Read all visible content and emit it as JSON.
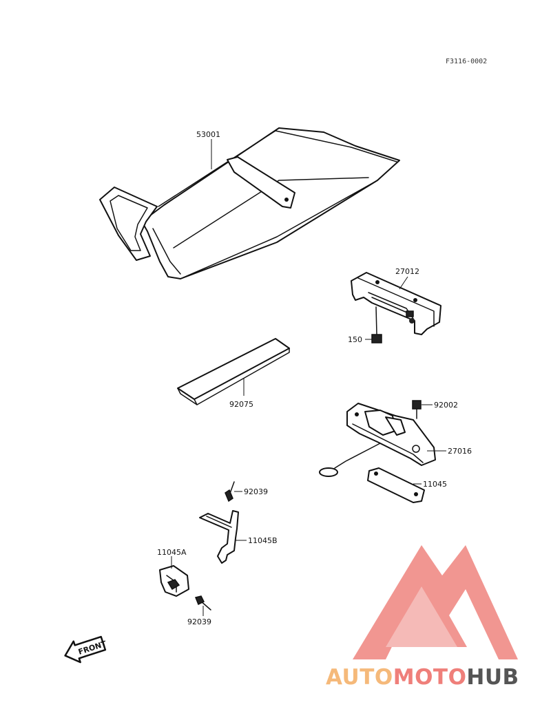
{
  "diagram_code": "F3116-0002",
  "front_label": "FRONT",
  "watermark": {
    "part1": "AUTO",
    "part2": "MOTO",
    "part3": "HUB",
    "color_auto": "#f5b97a",
    "color_moto": "#ef7f7a",
    "color_hub": "#555555",
    "logo_color": "#f08b86"
  },
  "parts": [
    {
      "id": "53001"
    },
    {
      "id": "27012"
    },
    {
      "id": "150"
    },
    {
      "id": "92075"
    },
    {
      "id": "92002"
    },
    {
      "id": "27016"
    },
    {
      "id": "11045"
    },
    {
      "id": "92039"
    },
    {
      "id": "11045B"
    },
    {
      "id": "11045A"
    },
    {
      "id": "92039"
    }
  ]
}
